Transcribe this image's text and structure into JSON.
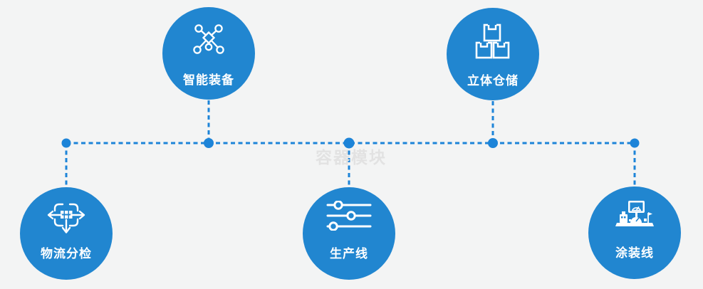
{
  "watermark": "容器模块",
  "colors": {
    "node_blue": "#2186d0",
    "connector_blue": "#1d84d8",
    "background": "#f3f4f4",
    "label_white": "#ffffff",
    "watermark_gray": "#e2e2e2"
  },
  "nodes": [
    {
      "id": "smart-equipment",
      "label": "智能装备",
      "icon": "network-nodes-icon",
      "position": "top-left"
    },
    {
      "id": "warehouse",
      "label": "立体仓储",
      "icon": "stacked-boxes-icon",
      "position": "top-right"
    },
    {
      "id": "logistics-sorting",
      "label": "物流分检",
      "icon": "sorting-arrows-icon",
      "position": "bottom-left"
    },
    {
      "id": "production-line",
      "label": "生产线",
      "icon": "sliders-icon",
      "position": "bottom-center"
    },
    {
      "id": "painting-line",
      "label": "涂装线",
      "icon": "control-panel-icon",
      "position": "bottom-right"
    }
  ]
}
